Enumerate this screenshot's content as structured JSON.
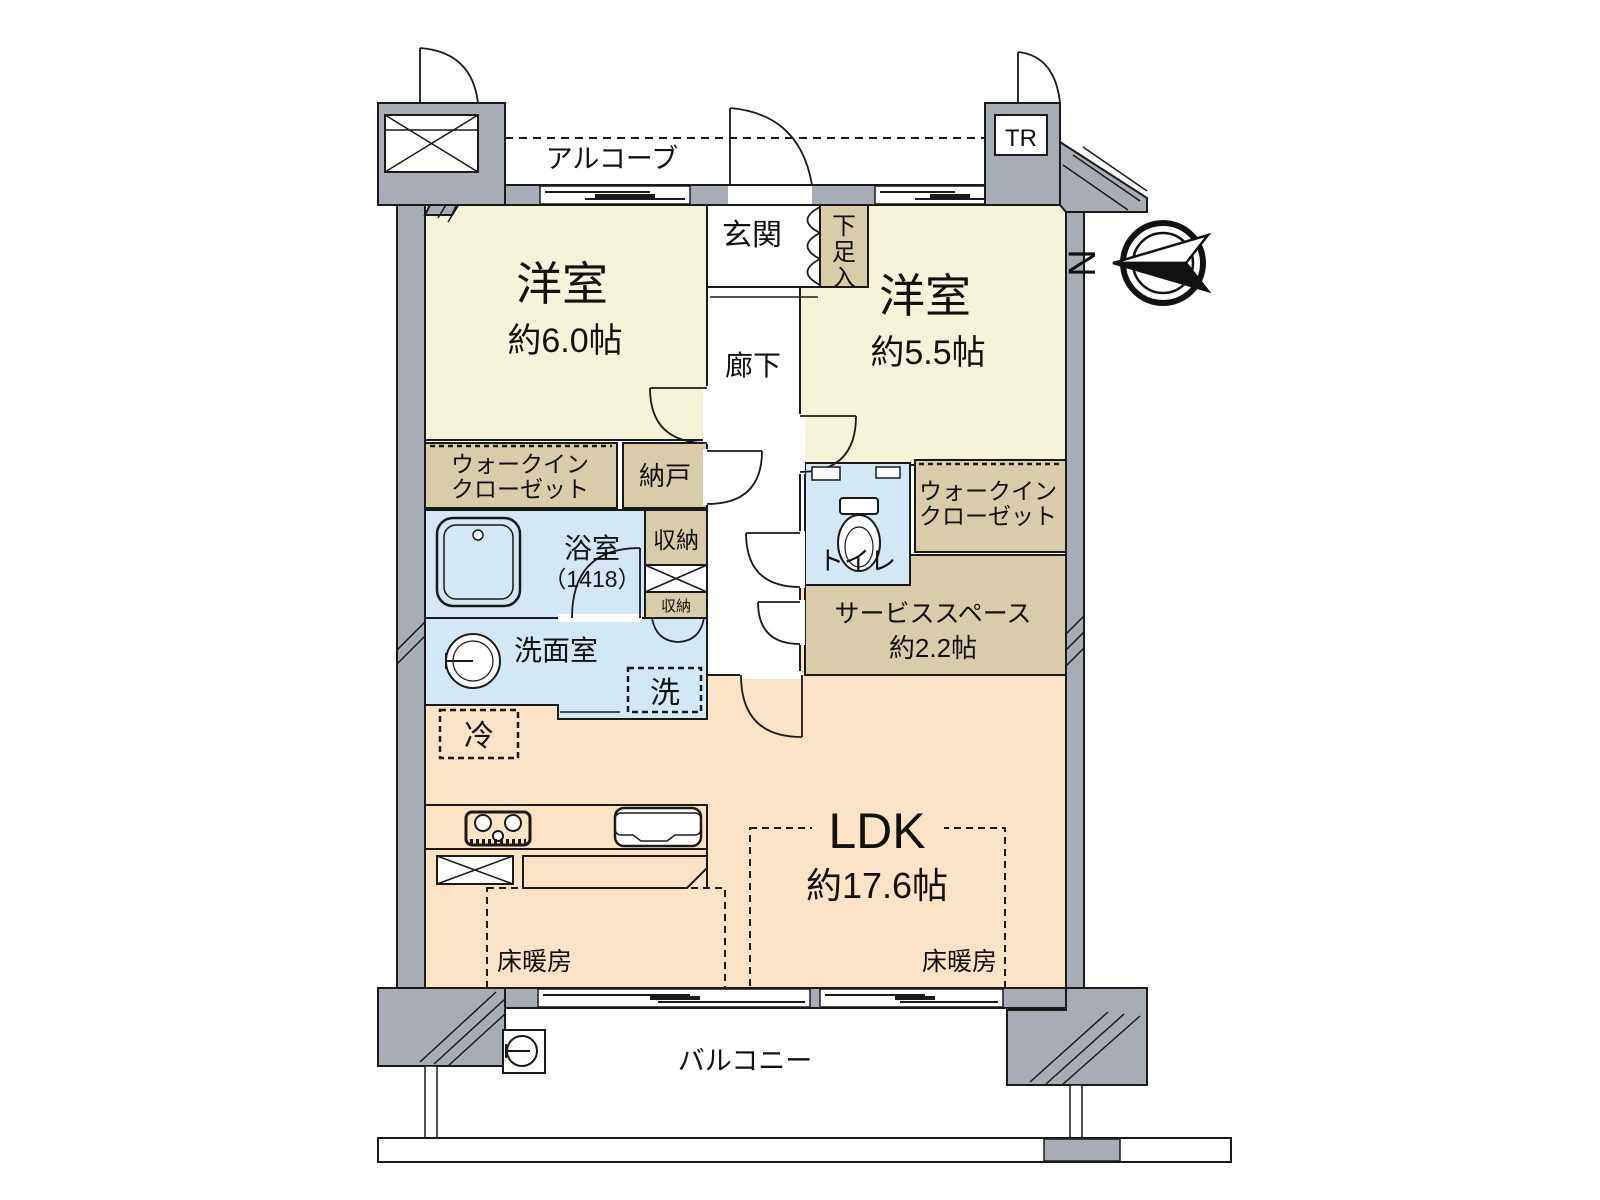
{
  "plan": {
    "alcove": "アルコーブ",
    "trunk_room": "TR",
    "entrance": "玄関",
    "shoe_box": [
      "下",
      "足",
      "入"
    ],
    "room_west_1": {
      "name": "洋室",
      "size": "約6.0帖"
    },
    "room_west_2": {
      "name": "洋室",
      "size": "約5.5帖"
    },
    "corridor": "廊下",
    "walk_in_closet": [
      "ウォークイン",
      "クローゼット"
    ],
    "storage_room": "納戸",
    "bathroom": {
      "name": "浴室",
      "size": "（1418）"
    },
    "storage": "収納",
    "storage_small": "収納",
    "toilet": "トイレ",
    "service_space": {
      "name": "サービススペース",
      "size": "約2.2帖"
    },
    "washroom": "洗面室",
    "washer": "洗",
    "fridge": "冷",
    "ldk": {
      "name": "LDK",
      "size": "約17.6帖"
    },
    "floor_heating": "床暖房",
    "balcony": "バルコニー",
    "compass_north": "N"
  },
  "colors": {
    "wall_gray": "#a8acb4",
    "room_cream": "#f6f4d8",
    "room_tan": "#d9cda9",
    "room_blue": "#d3e8f5",
    "room_peach": "#fce3c5",
    "line_black": "#1a1a1a"
  }
}
